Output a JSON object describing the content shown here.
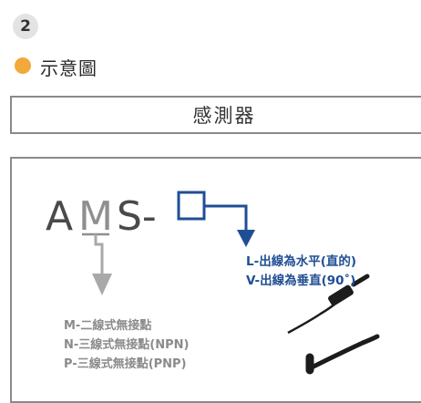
{
  "step_number": "2",
  "legend": {
    "label": "示意圖",
    "dot_color": "#f2a93b"
  },
  "section_title": "感測器",
  "model_code": {
    "prefix_a": "A",
    "letter_m": "M",
    "suffix": "S-"
  },
  "wiring_options": [
    "M-二線式無接點",
    "N-三線式無接點(NPN)",
    "P-三線式無接點(PNP)"
  ],
  "orientation_options": [
    "L-出線為水平(直的)",
    "V-出線為垂直(90˚)"
  ],
  "colors": {
    "gray_arrow": "#a9a9a9",
    "blue_arrow": "#1f4e95",
    "sensor_body": "#1c1c1c"
  }
}
